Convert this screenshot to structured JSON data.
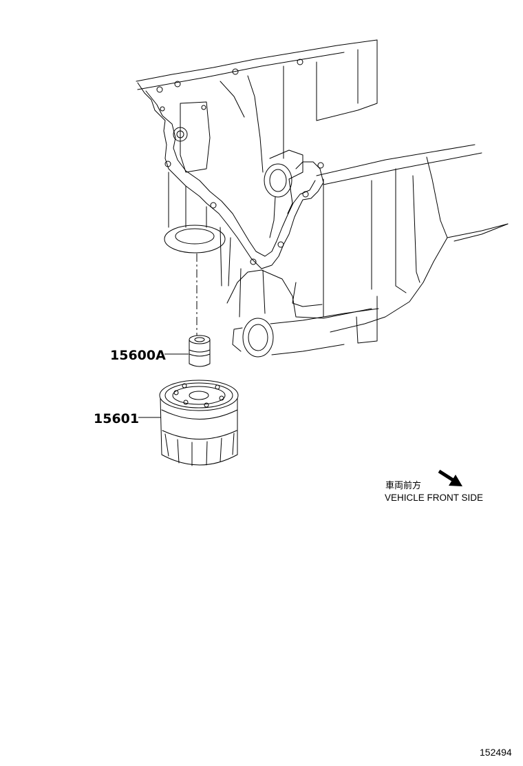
{
  "diagram": {
    "parts": [
      {
        "number": "15600A",
        "name": "oil-filter-union"
      },
      {
        "number": "15601",
        "name": "oil-filter"
      }
    ],
    "direction_note": {
      "japanese": "車両前方",
      "english": "VEHICLE FRONT SIDE",
      "icon": "arrow-down-right-icon"
    },
    "figure_number": "152494"
  }
}
